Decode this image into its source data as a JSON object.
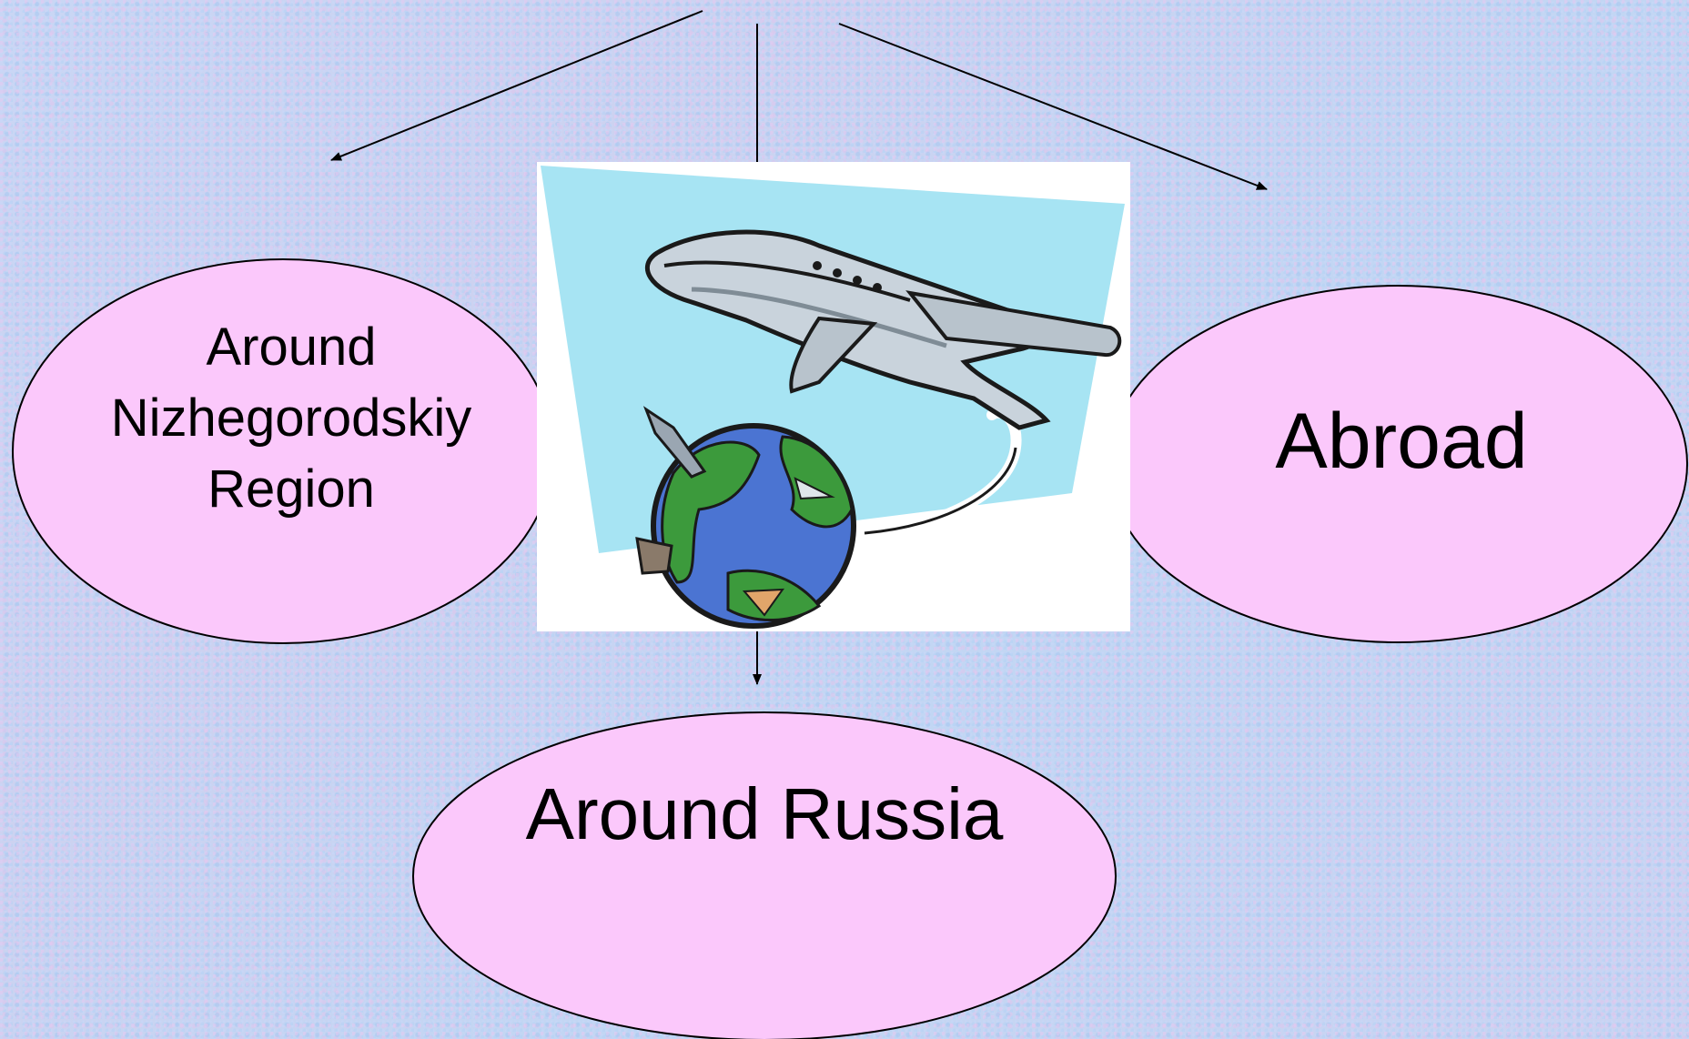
{
  "nodes": {
    "left": {
      "line1": "Around",
      "line2": "Nizhegorodskiy",
      "line3": "Region"
    },
    "right": {
      "label": "Abroad"
    },
    "bottom": {
      "label": "Around Russia"
    }
  },
  "image": {
    "subject": "airplane-flying-around-globe"
  },
  "colors": {
    "ellipse_fill": "#fbc8fb",
    "ellipse_stroke": "#000000",
    "arrow": "#000000",
    "sky": "#a7e4f3"
  }
}
